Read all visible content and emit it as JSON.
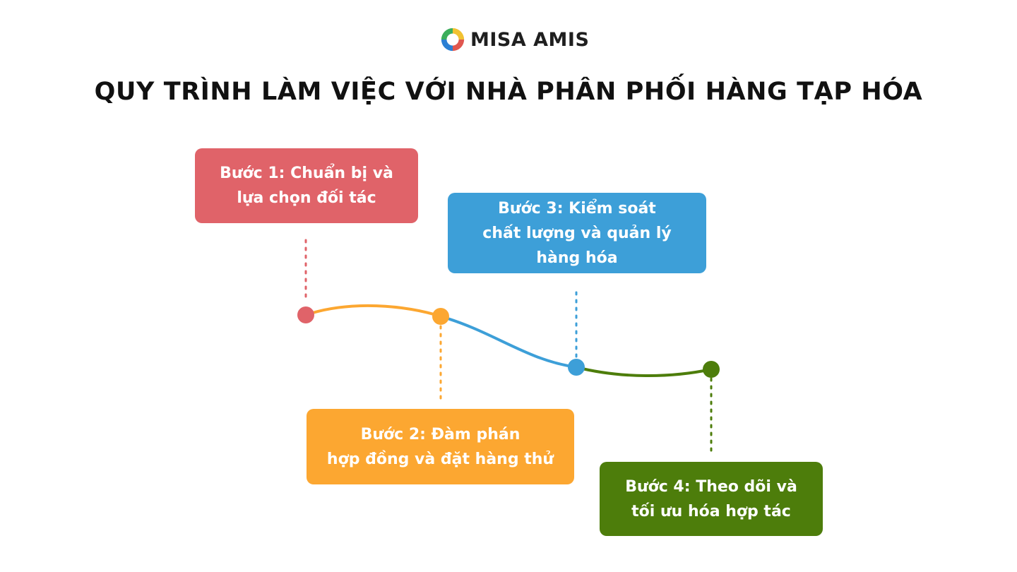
{
  "brand": {
    "name": "MISA AMIS",
    "logo_icon": "misa-amis-logo-icon"
  },
  "title": "QUY TRÌNH LÀM VIỆC VỚI NHÀ PHÂN PHỐI HÀNG TẠP HÓA",
  "steps": [
    {
      "label": "Bước 1: Chuẩn bị và\nlựa chọn đối tác",
      "color": "#e06369"
    },
    {
      "label": "Bước 2: Đàm phán\nhợp đồng và đặt hàng thử",
      "color": "#fca731"
    },
    {
      "label": "Bước 3: Kiểm soát\nchất lượng và quản lý\nhàng hóa",
      "color": "#3d9fd8"
    },
    {
      "label": "Bước 4: Theo dõi và\ntối ưu hóa hợp tác",
      "color": "#4d7d0b"
    }
  ]
}
